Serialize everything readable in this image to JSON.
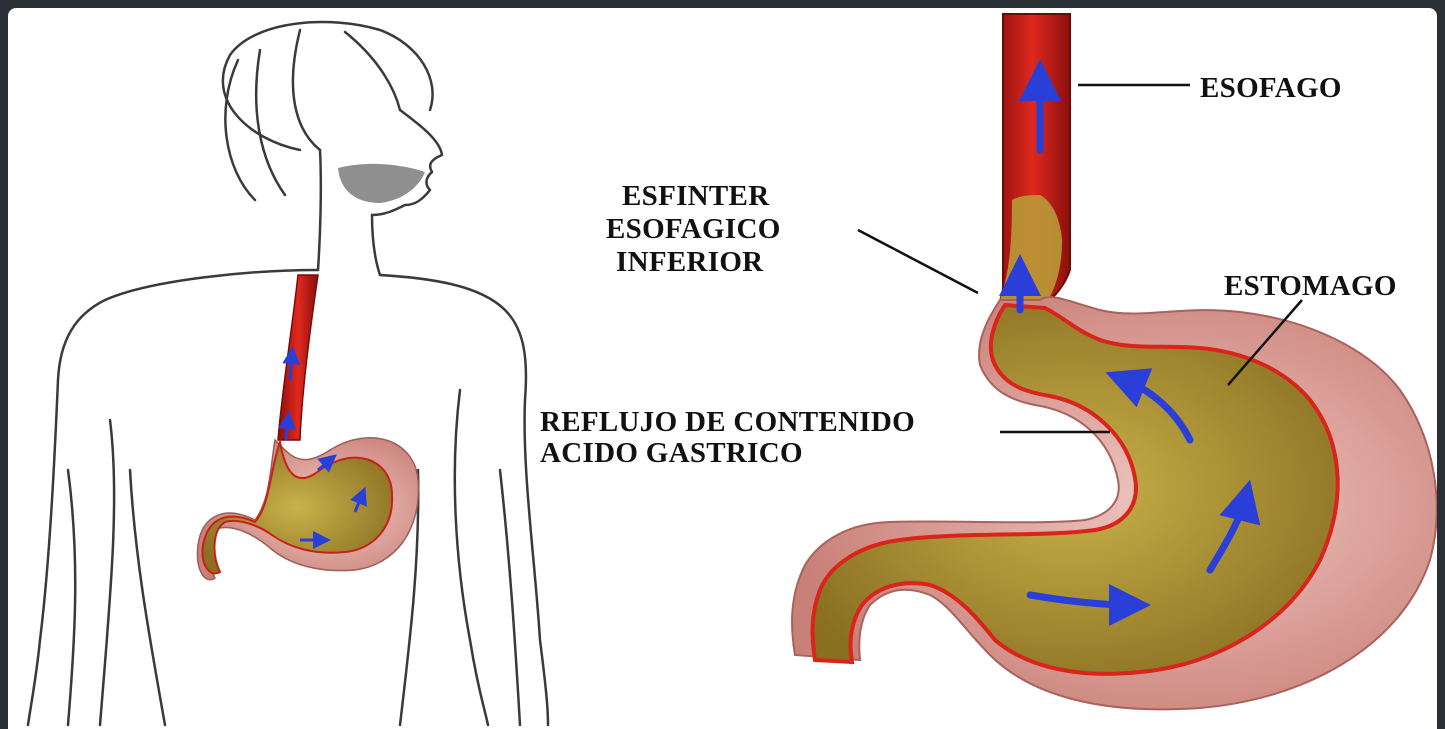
{
  "labels": {
    "esofago": "ESOFAGO",
    "esfinter_line1": "ESFINTER",
    "esfinter_line2": "ESOFAGICO",
    "esfinter_line3": "INFERIOR",
    "estomago": "ESTOMAGO",
    "reflujo_line1": "REFLUJO DE CONTENIDO",
    "reflujo_line2": "ACIDO GASTRICO"
  },
  "colors": {
    "frame": "#2b3036",
    "esophagus": "#c8201a",
    "stomach_contents": "#a88a2e",
    "stomach_outer": "#d89a94",
    "arrows": "#2a3fd8",
    "outline": "#333333"
  }
}
